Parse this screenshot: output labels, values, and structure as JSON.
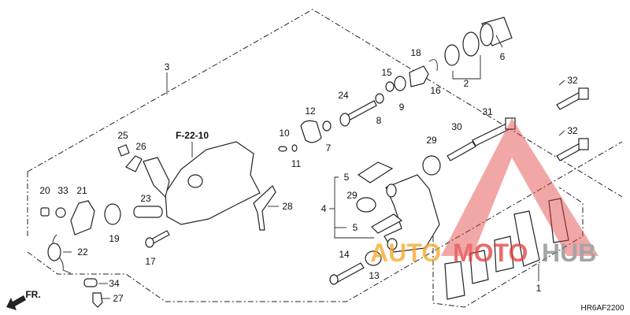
{
  "diagram": {
    "reference_label": "F-22-10",
    "diagram_code": "HR6AF2200",
    "front_indicator": "FR.",
    "watermark": "AUTOMOTOHUB",
    "callouts": {
      "c1": "1",
      "c2": "2",
      "c3": "3",
      "c4": "4",
      "c5a": "5",
      "c5b": "5",
      "c6": "6",
      "c7": "7",
      "c8": "8",
      "c9": "9",
      "c10": "10",
      "c11": "11",
      "c12": "12",
      "c13": "13",
      "c14": "14",
      "c15": "15",
      "c16": "16",
      "c17": "17",
      "c18": "18",
      "c19": "19",
      "c20": "20",
      "c21": "21",
      "c22": "22",
      "c23": "23",
      "c24": "24",
      "c25": "25",
      "c26": "26",
      "c27": "27",
      "c28": "28",
      "c29a": "29",
      "c29b": "29",
      "c30": "30",
      "c31": "31",
      "c32a": "32",
      "c32b": "32",
      "c33": "33",
      "c34": "34"
    },
    "colors": {
      "watermark_red": "#e23c3c",
      "watermark_orange": "#f5a623",
      "watermark_gray": "#888888"
    }
  }
}
